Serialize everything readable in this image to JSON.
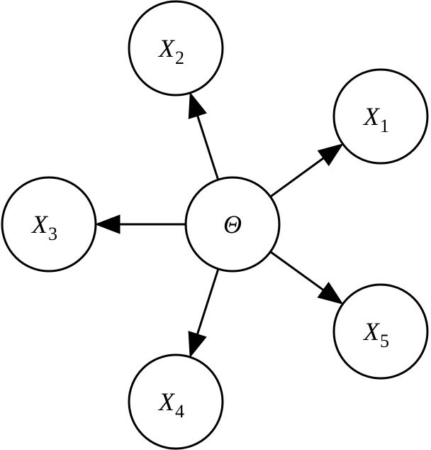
{
  "diagram": {
    "nodes": [
      {
        "id": "theta",
        "symbol": "Θ",
        "subscript": ""
      },
      {
        "id": "x1",
        "symbol": "X",
        "subscript": "1"
      },
      {
        "id": "x2",
        "symbol": "X",
        "subscript": "2"
      },
      {
        "id": "x3",
        "symbol": "X",
        "subscript": "3"
      },
      {
        "id": "x4",
        "symbol": "X",
        "subscript": "4"
      },
      {
        "id": "x5",
        "symbol": "X",
        "subscript": "5"
      }
    ],
    "edges": [
      {
        "from": "theta",
        "to": "x1"
      },
      {
        "from": "theta",
        "to": "x2"
      },
      {
        "from": "theta",
        "to": "x3"
      },
      {
        "from": "theta",
        "to": "x4"
      },
      {
        "from": "theta",
        "to": "x5"
      }
    ],
    "colors": {
      "stroke": "#000000",
      "fill": "#ffffff",
      "background": "#ffffff"
    }
  }
}
